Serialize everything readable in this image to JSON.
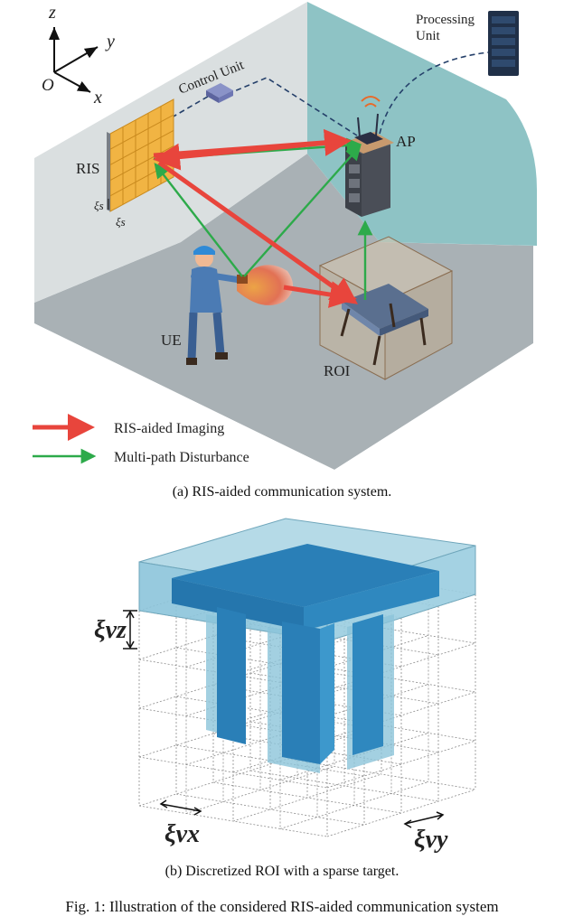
{
  "panel_a": {
    "axes": {
      "z": "z",
      "y": "y",
      "x": "x",
      "origin": "O"
    },
    "labels": {
      "processing_unit_line1": "Processing",
      "processing_unit_line2": "Unit",
      "control_unit": "Control Unit",
      "ris": "RIS",
      "ap": "AP",
      "ue": "UE",
      "roi": "ROI",
      "xi_s_vertical": "ξs",
      "xi_s_horizontal": "ξs"
    },
    "legend": [
      {
        "label": "RIS-aided Imaging",
        "color": "#e8453c"
      },
      {
        "label": "Multi-path Disturbance",
        "color": "#2daa4a"
      }
    ],
    "caption": "(a) RIS-aided communication system."
  },
  "panel_b": {
    "labels": {
      "xi_vz": "ξvz",
      "xi_vx": "ξvx",
      "xi_vy": "ξvy"
    },
    "caption": "(b) Discretized ROI with a sparse target."
  },
  "figure_caption": "Fig. 1: Illustration of the considered RIS-aided communication system"
}
